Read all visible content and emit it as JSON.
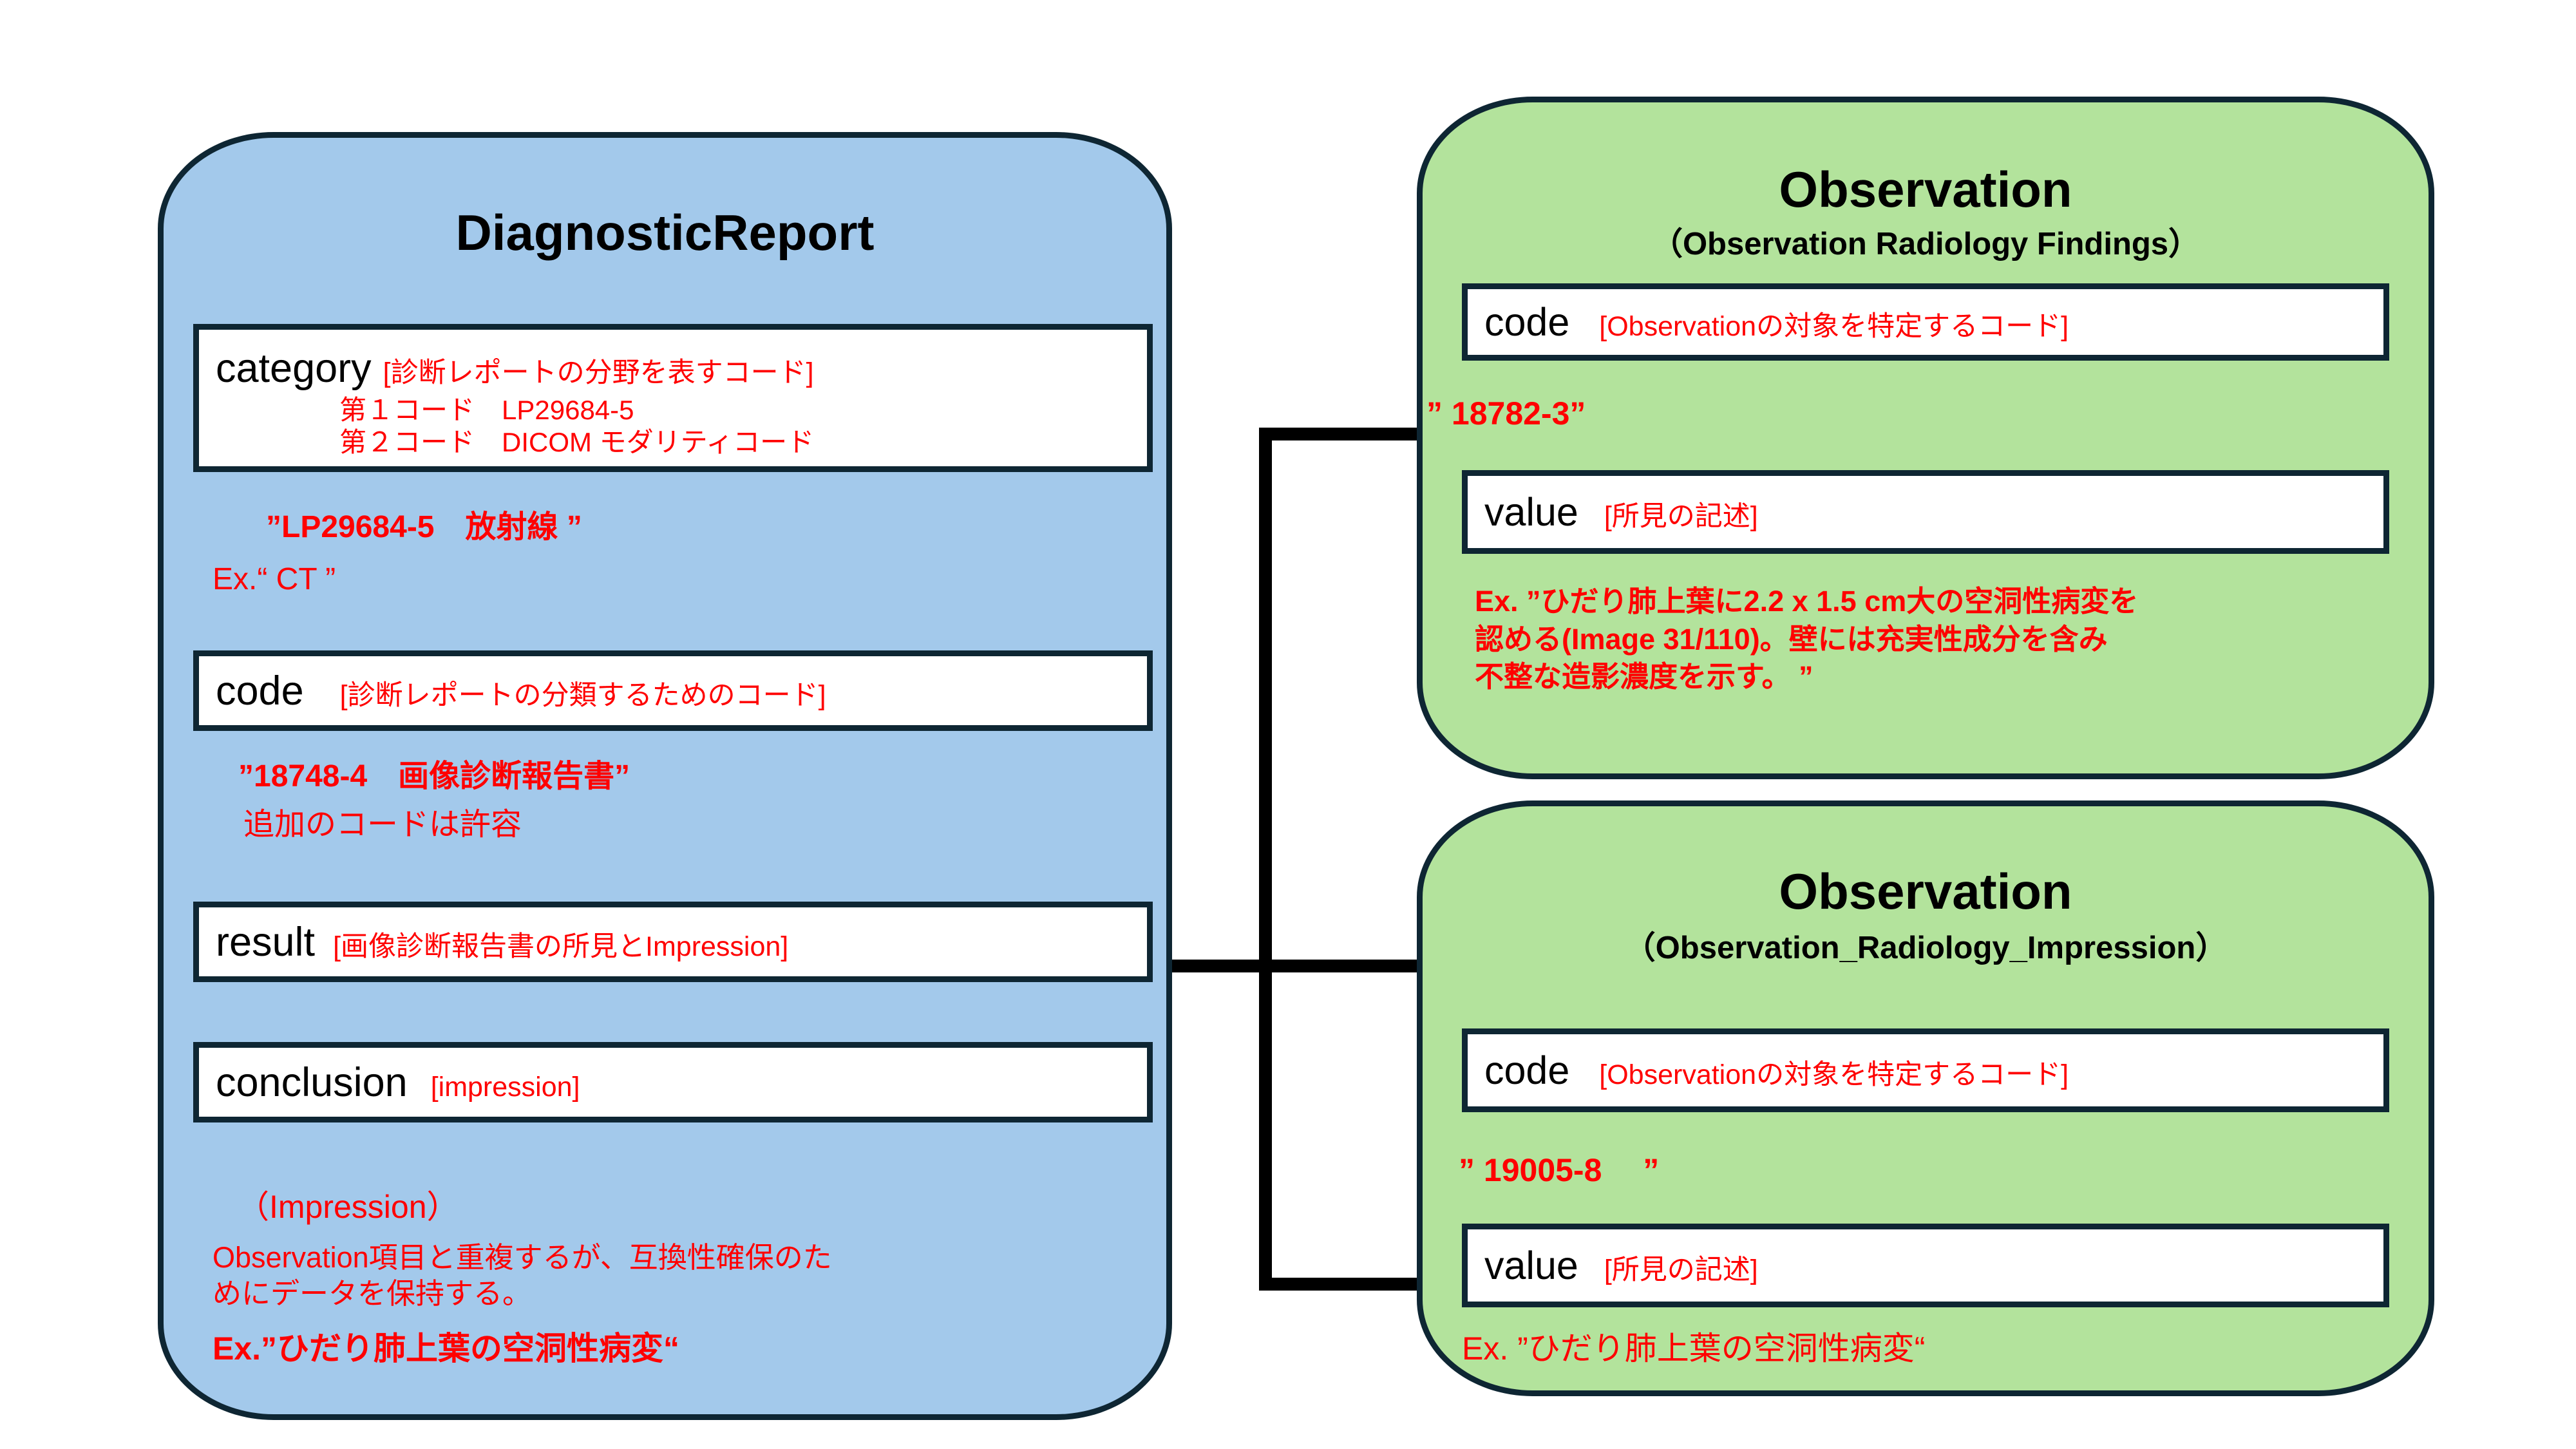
{
  "diagnostic_report": {
    "title": "DiagnosticReport",
    "fields": [
      {
        "name": "category",
        "desc": "[診断レポートの分野を表すコード]",
        "sub_lines": [
          "第１コード　LP29684-5",
          "第２コード　DICOM モダリティコード"
        ]
      },
      {
        "name": "code",
        "desc": "[診断レポートの分類するためのコード]"
      },
      {
        "name": "result",
        "desc": "[画像診断報告書の所見とImpression]"
      },
      {
        "name": "conclusion",
        "desc": "[impression]"
      }
    ],
    "notes": {
      "category_example_code": "”LP29684-5　放射線 ”",
      "category_example_ex": "Ex.“ CT ”",
      "code_example": "”18748-4　画像診断報告書”",
      "code_extra": "追加のコードは許容",
      "conclusion_heading": "（Impression）",
      "conclusion_body": "Observation項目と重複するが、互換性確保のた\nめにデータを保持する。",
      "conclusion_example": "Ex.”ひだり肺上葉の空洞性病変“"
    }
  },
  "observation_findings": {
    "title": "Observation",
    "subtitle": "（Observation Radiology Findings）",
    "fields": [
      {
        "name": "code",
        "desc": "[Observationの対象を特定するコード]"
      },
      {
        "name": "value",
        "desc": "[所見の記述]"
      }
    ],
    "notes": {
      "code_value": "” 18782-3”",
      "value_example": "Ex. ”ひだり肺上葉に2.2 x 1.5 cm大の空洞性病変を\n認める(Image 31/110)。壁には充実性成分を含み\n不整な造影濃度を示す。 ”"
    }
  },
  "observation_impression": {
    "title": "Observation",
    "subtitle": "（Observation_Radiology_Impression）",
    "fields": [
      {
        "name": "code",
        "desc": "[Observationの対象を特定するコード]"
      },
      {
        "name": "value",
        "desc": "[所見の記述]"
      }
    ],
    "notes": {
      "code_value": "” 19005-8　 ”",
      "value_example": "Ex. ”ひだり肺上葉の空洞性病変“"
    }
  },
  "colors": {
    "blue_fill": "#a3c9eb",
    "green_fill": "#b3e39c",
    "border": "#0e2633",
    "annotation": "#ff0000",
    "connector": "#000000",
    "box_fill": "#ffffff"
  }
}
